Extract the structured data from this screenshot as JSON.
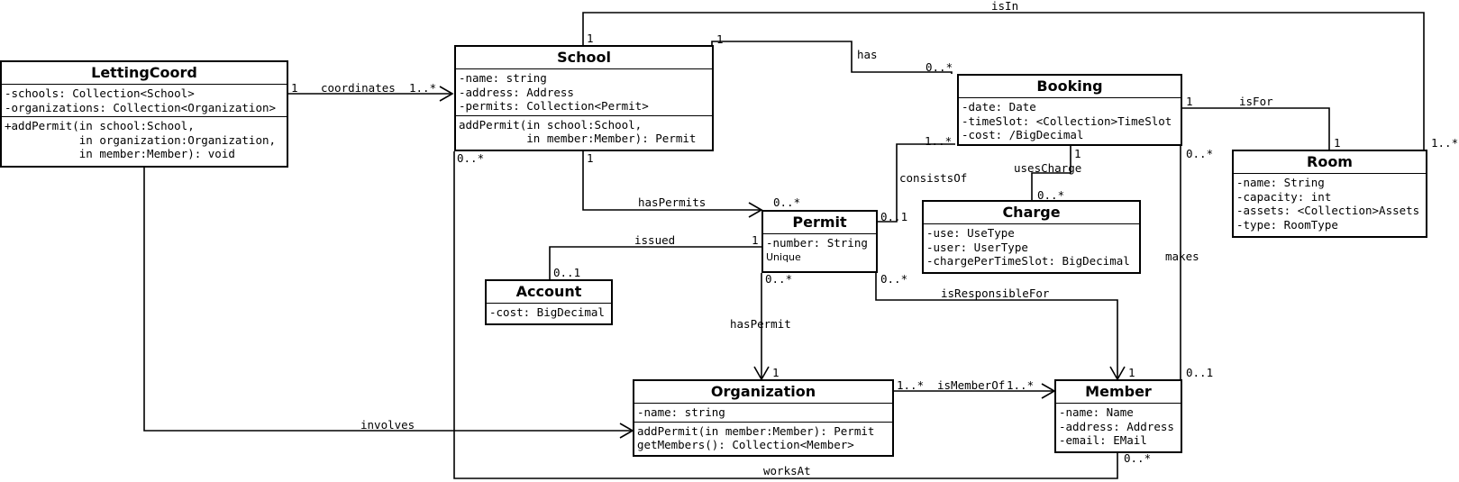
{
  "classes": {
    "lettingcoord": {
      "name": "LettingCoord",
      "attributes": [
        "-schools: Collection<School>",
        "-organizations: Collection<Organization>"
      ],
      "operations": [
        "+addPermit(in school:School,\n           in organization:Organization,\n           in member:Member): void"
      ]
    },
    "school": {
      "name": "School",
      "attributes": [
        "-name: string",
        "-address: Address",
        "-permits: Collection<Permit>"
      ],
      "operations": [
        "addPermit(in school:School,\n          in member:Member): Permit"
      ]
    },
    "booking": {
      "name": "Booking",
      "attributes": [
        "-date: Date",
        "-timeSlot: <Collection>TimeSlot",
        "-cost: /BigDecimal"
      ]
    },
    "room": {
      "name": "Room",
      "attributes": [
        "-name: String",
        "-capacity: int",
        "-assets: <Collection>Assets",
        "-type: RoomType"
      ]
    },
    "charge": {
      "name": "Charge",
      "attributes": [
        "-use: UseType",
        "-user: UserType",
        "-chargePerTimeSlot: BigDecimal"
      ]
    },
    "permit": {
      "name": "Permit",
      "attributes": [
        "-number: String"
      ],
      "note": "Unique"
    },
    "account": {
      "name": "Account",
      "attributes": [
        "-cost: BigDecimal"
      ]
    },
    "organization": {
      "name": "Organization",
      "attributes": [
        "-name: string"
      ],
      "operations": [
        "addPermit(in member:Member): Permit",
        "getMembers(): Collection<Member>"
      ]
    },
    "member": {
      "name": "Member",
      "attributes": [
        "-name: Name",
        "-address: Address",
        "-email: EMail"
      ]
    }
  },
  "labels": {
    "isIn": "isIn",
    "isIn_src_mult": "1",
    "isIn_dst_mult": "1..*",
    "has": "has",
    "has_src_mult": "1",
    "has_dst_mult": "0..*",
    "coordinates": "coordinates",
    "coordinates_src_mult": "1",
    "coordinates_dst_mult": "1..*",
    "isFor": "isFor",
    "isFor_src_mult": "1",
    "isFor_dst_mult": "1",
    "consistsOf": "consistsOf",
    "consistsOf_src_mult": "1..*",
    "consistsOf_dst_mult": "0..1",
    "usesCharge": "usesCharge",
    "usesCharge_src_mult": "1",
    "usesCharge_dst_mult": "0..*",
    "hasPermits": "hasPermits",
    "hasPermits_src_mult": "1",
    "hasPermits_dst_mult": "0..*",
    "school_worksAt_mult": "0..*",
    "issued": "issued",
    "issued_src_mult": "1",
    "issued_dst_mult": "0..1",
    "makes": "makes",
    "makes_src_mult": "0..*",
    "makes_dst_mult": "0..1",
    "hasPermit": "hasPermit",
    "hasPermit_src_mult": "0..*",
    "hasPermit_dst_mult": "1",
    "isResponsibleFor": "isResponsibleFor",
    "isResponsibleFor_src_mult": "0..*",
    "isResponsibleFor_dst_mult": "1",
    "involves": "involves",
    "isMemberOf": "isMemberOf",
    "isMemberOf_src_mult": "1..*",
    "isMemberOf_dst_mult": "1..*",
    "worksAt": "worksAt",
    "worksAt_dst_mult": "0..*"
  }
}
